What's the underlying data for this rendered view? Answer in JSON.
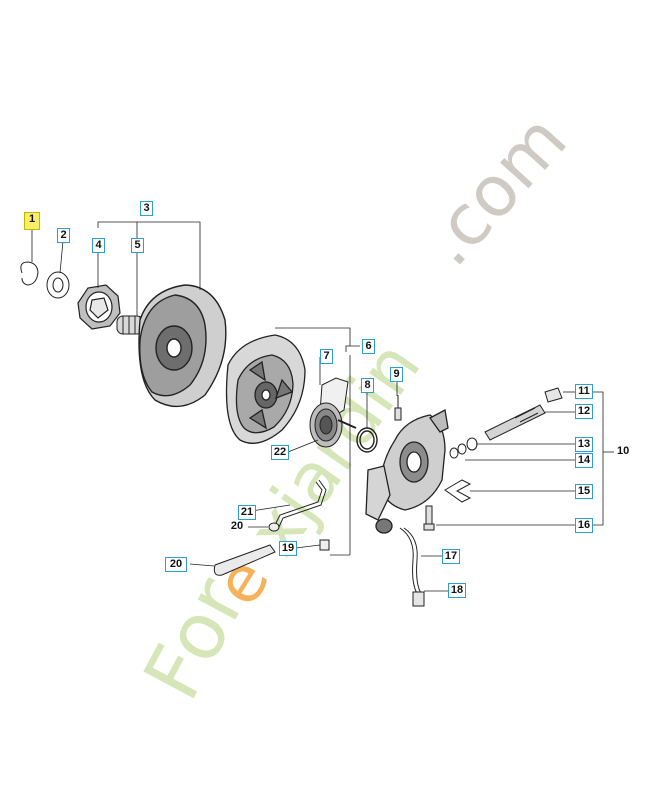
{
  "callouts": [
    {
      "label": "1",
      "highlight": true
    },
    {
      "label": "2"
    },
    {
      "label": "3"
    },
    {
      "label": "4"
    },
    {
      "label": "5"
    },
    {
      "label": "6"
    },
    {
      "label": "7"
    },
    {
      "label": "8"
    },
    {
      "label": "9"
    },
    {
      "label": "10",
      "plain": true
    },
    {
      "label": "11"
    },
    {
      "label": "12"
    },
    {
      "label": "13"
    },
    {
      "label": "14"
    },
    {
      "label": "15"
    },
    {
      "label": "16"
    },
    {
      "label": "17"
    },
    {
      "label": "18"
    },
    {
      "label": "19"
    },
    {
      "label": "20",
      "plain": true
    },
    {
      "label": "20"
    },
    {
      "label": "21"
    },
    {
      "label": "22"
    }
  ],
  "watermark": {
    "text": "Forexjardin.com",
    "colors": {
      "green": "#d6e6b8",
      "gray": "#cfcac4",
      "orange": "#f6b25b"
    }
  },
  "colors": {
    "callout_border": "#2a9fd0",
    "highlight": "#f7ee6a",
    "line": "#222222"
  }
}
